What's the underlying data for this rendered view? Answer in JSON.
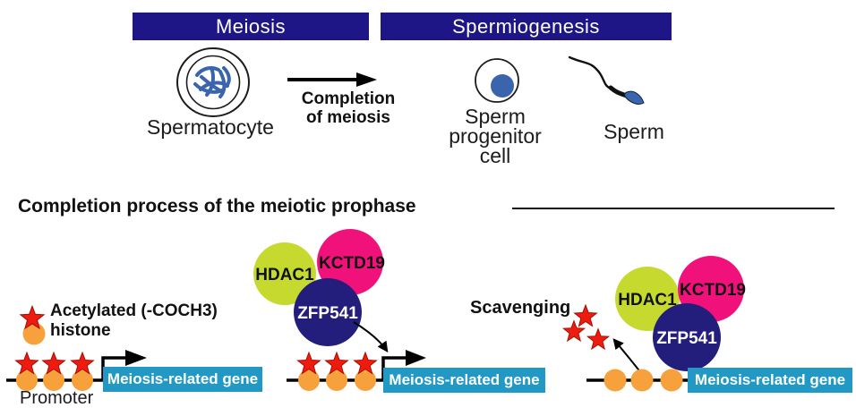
{
  "top": {
    "meiosis_header": "Meiosis",
    "spermiogenesis_header": "Spermiogenesis",
    "spermatocyte_label": "Spermatocyte",
    "completion_line1": "Completion",
    "completion_line2": "of meiosis",
    "progenitor_line1": "Sperm",
    "progenitor_line2": "progenitor cell",
    "sperm_label": "Sperm"
  },
  "section": {
    "heading": "Completion process of the meiotic prophase"
  },
  "legend": {
    "line1": "Acetylated (-COCH3)",
    "line2": "histone"
  },
  "diagram": {
    "promoter_label": "Promoter",
    "gene_label": "Meiosis-related gene",
    "scavenging_label": "Scavenging",
    "proteins": {
      "hdac1": "HDAC1",
      "kctd19": "KCTD19",
      "zfp541": "ZFP541"
    }
  },
  "icons": {
    "acetyl_star": "red-five-point-star",
    "histone": "orange-circle",
    "spermatocyte": "cell-with-blue-chromosomes",
    "sperm_progenitor": "cell-with-blue-nucleus",
    "sperm": "sperm-with-tail",
    "transcription_arrow": "bent-right-arrow",
    "repression_arrow": "curved-down-arrow",
    "scavenging_arrow": "curved-up-left-arrow"
  },
  "colors": {
    "header_navy": "#1e1687",
    "zfp541_navy": "#231d7c",
    "hdac1_green": "#c5d92e",
    "kctd19_magenta": "#f0127a",
    "gene_bar_cyan": "#2199c4",
    "histone_orange": "#f6a13b",
    "star_red": "#ee1c0f",
    "cell_blue": "#3a64ab"
  }
}
